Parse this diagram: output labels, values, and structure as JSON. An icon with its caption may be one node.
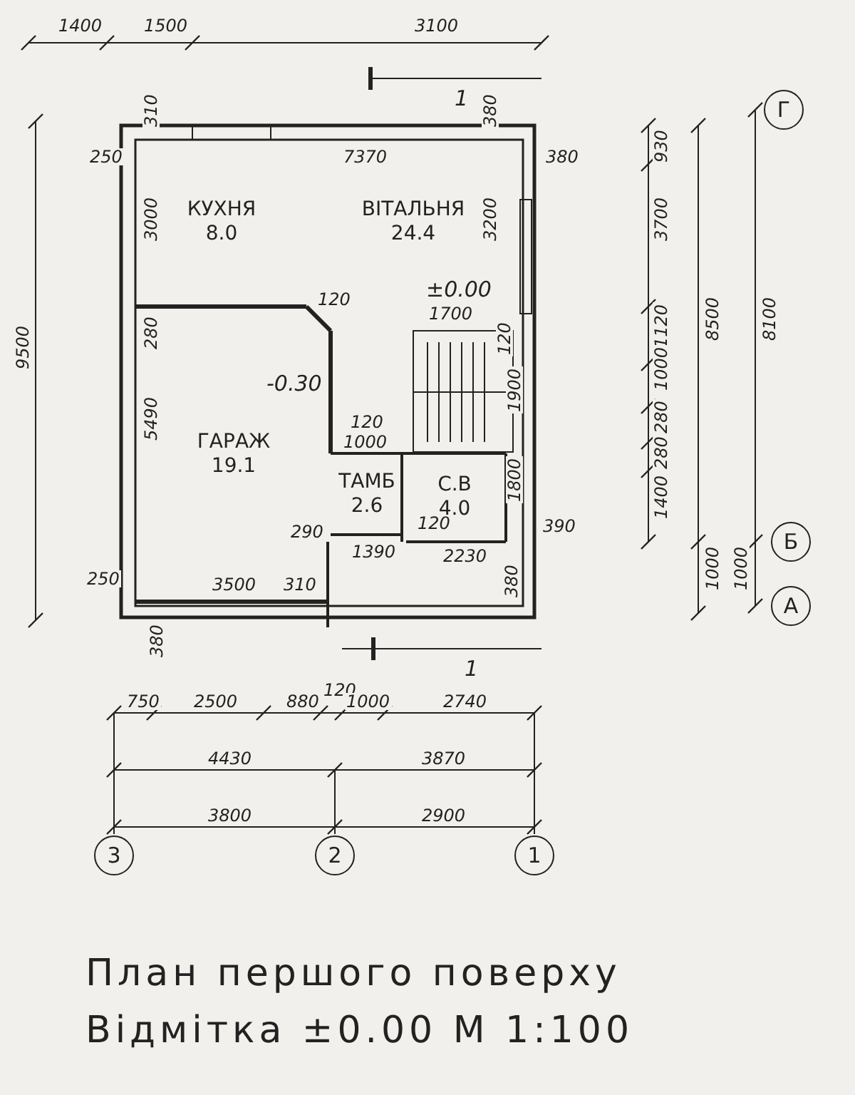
{
  "diagram": {
    "title": "План першого поверху",
    "caption": "Відмітка ±0.00 М 1:100",
    "nodes": [
      {
        "text": [
          "КУХНЯ",
          "8.0"
        ]
      },
      {
        "text": [
          "ВІТАЛЬНЯ",
          "24.4"
        ]
      },
      {
        "text": [
          "ГАРАЖ",
          "19.1"
        ]
      },
      {
        "text": [
          "ТАМБ",
          "2.6"
        ]
      },
      {
        "text": [
          "С.В",
          "4.0"
        ]
      },
      {
        "text": [
          "Г"
        ]
      },
      {
        "text": [
          "Б"
        ]
      },
      {
        "text": [
          "А"
        ]
      },
      {
        "text": [
          "3"
        ]
      },
      {
        "text": [
          "2"
        ]
      },
      {
        "text": [
          "1"
        ]
      }
    ],
    "labels": [
      "1400",
      "1500",
      "3100",
      "1",
      "310",
      "380",
      "250",
      "7370",
      "380",
      "3000",
      "3200",
      "120",
      "±0.00",
      "1700",
      "280",
      "120",
      "-0.30",
      "5490",
      "120",
      "1000",
      "1900",
      "1800",
      "290",
      "1390",
      "120",
      "2230",
      "390",
      "250",
      "3500",
      "310",
      "380",
      "380",
      "1",
      "9500",
      "930",
      "3700",
      "1120",
      "1000",
      "280",
      "280",
      "1400",
      "8500",
      "8100",
      "1000",
      "1000",
      "750",
      "2500",
      "880",
      "120",
      "1000",
      "2740",
      "4430",
      "3870",
      "3800",
      "2900"
    ]
  }
}
